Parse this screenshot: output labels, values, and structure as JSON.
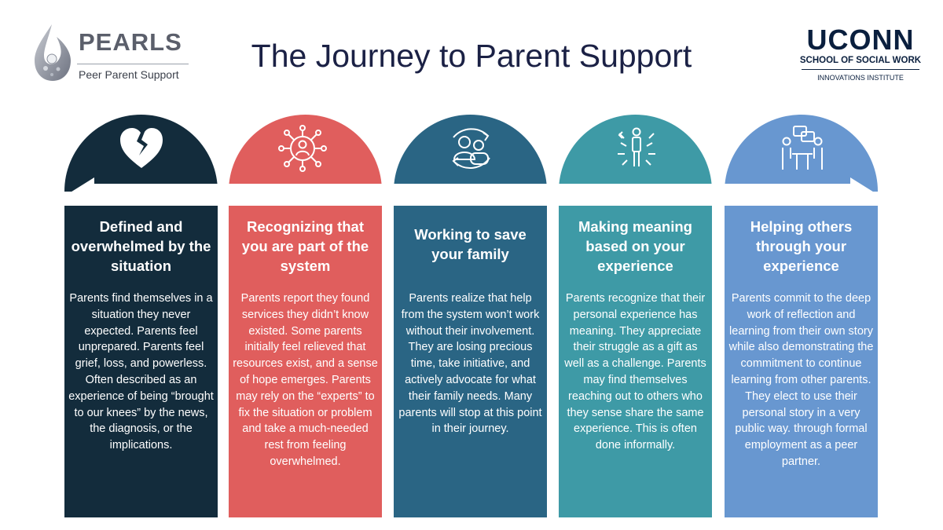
{
  "header": {
    "title": "The Journey to Parent Support",
    "logo_left": {
      "name": "PEARLS",
      "tagline": "Peer Parent Support"
    },
    "logo_right": {
      "name": "UCONN",
      "school": "SCHOOL OF SOCIAL WORK",
      "institute": "INNOVATIONS INSTITUTE"
    }
  },
  "colors": {
    "col1": "#132c3c",
    "col2": "#e05e5d",
    "col3": "#2a6584",
    "col4": "#3e9aa6",
    "col5": "#6897d0",
    "title": "#1b2145"
  },
  "stages": [
    {
      "heading": "Defined and overwhelmed by the situation",
      "icon": "broken-heart-icon",
      "description": "Parents find themselves in a situation they never expected. Parents feel unprepared. Parents feel grief, loss, and powerless. Often described as an experience of being “brought to our knees” by the news, the diagnosis, or the implications."
    },
    {
      "heading": "Recognizing that you are part of the system",
      "icon": "network-person-icon",
      "description": "Parents report they found services they didn’t know existed. Some parents initially feel relieved that resources exist, and a sense of hope emerges. Parents may rely on the “experts” to fix the situation or problem and take a much-needed rest from feeling overwhelmed."
    },
    {
      "heading": "Working to save your family",
      "icon": "family-cycle-icon",
      "description": "Parents realize that help from the system won’t work without their involvement. They are losing precious time, take initiative, and actively advocate for what their family needs. Many parents will stop at this point in their journey."
    },
    {
      "heading": "Making meaning based on your experience",
      "icon": "person-radiating-icon",
      "description": "Parents recognize that their personal experience has meaning. They appreciate their struggle as a gift as well as a challenge. Parents may find themselves reaching out to others who they sense share the same experience. This is often done informally."
    },
    {
      "heading": "Helping others through your experience",
      "icon": "meeting-table-icon",
      "description": "Parents commit to the deep work of reflection and learning from their own story while also demonstrating the commitment to continue learning from other parents. They elect to use their personal story in a very public way. through formal employment as a peer partner."
    }
  ]
}
